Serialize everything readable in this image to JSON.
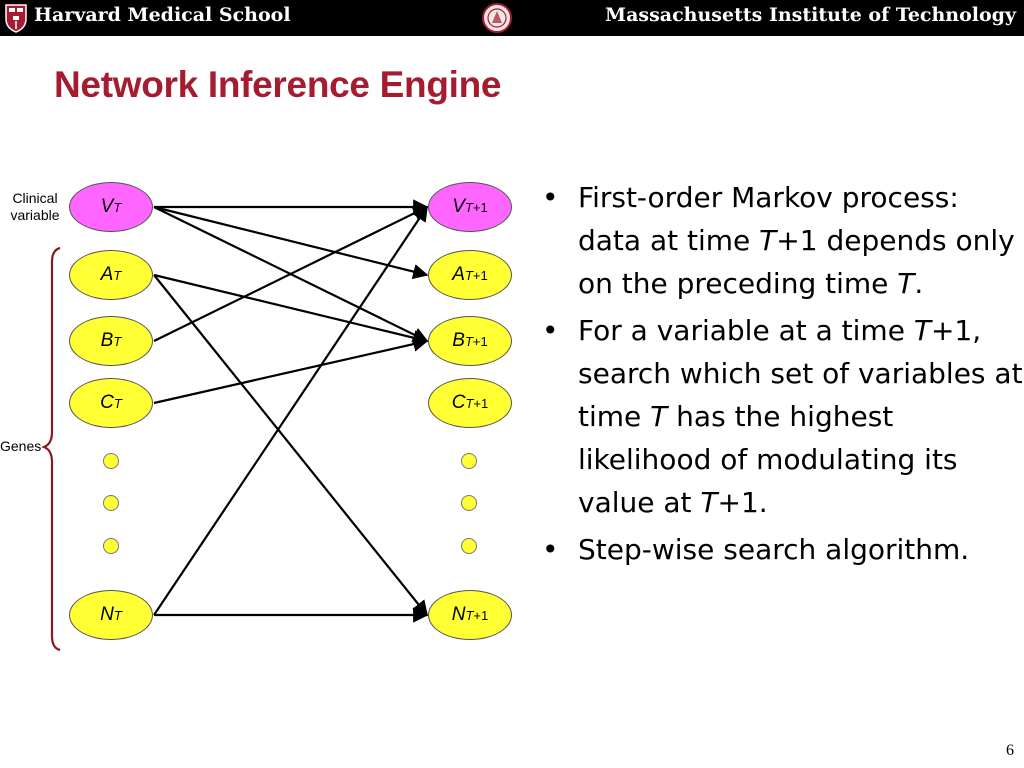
{
  "header": {
    "left_text": "Harvard Medical School",
    "right_text": "Massachusetts Institute of Technology",
    "left_icon": "harvard-shield-icon",
    "right_icon": "mit-seal-icon"
  },
  "title": "Network Inference Engine",
  "diagram": {
    "labels": {
      "clinical": "Clinical variable",
      "genes": "Genes"
    },
    "time_t_nodes": [
      {
        "id": "V",
        "letter": "V",
        "sub": "T",
        "kind": "clinical"
      },
      {
        "id": "A",
        "letter": "A",
        "sub": "T",
        "kind": "gene"
      },
      {
        "id": "B",
        "letter": "B",
        "sub": "T",
        "kind": "gene"
      },
      {
        "id": "C",
        "letter": "C",
        "sub": "T",
        "kind": "gene"
      },
      {
        "id": "N",
        "letter": "N",
        "sub": "T",
        "kind": "gene"
      }
    ],
    "time_t1_nodes": [
      {
        "id": "V",
        "letter": "V",
        "sub_var": "T",
        "sub_rest": "+1",
        "kind": "clinical"
      },
      {
        "id": "A",
        "letter": "A",
        "sub_var": "T",
        "sub_rest": "+1",
        "kind": "gene"
      },
      {
        "id": "B",
        "letter": "B",
        "sub_var": "T",
        "sub_rest": "+1",
        "kind": "gene"
      },
      {
        "id": "C",
        "letter": "C",
        "sub_var": "T",
        "sub_rest": "+1",
        "kind": "gene"
      },
      {
        "id": "N",
        "letter": "N",
        "sub_var": "T",
        "sub_rest": "+1",
        "kind": "gene"
      }
    ],
    "edges": [
      {
        "from": "V",
        "to": "V"
      },
      {
        "from": "V",
        "to": "A"
      },
      {
        "from": "V",
        "to": "B"
      },
      {
        "from": "A",
        "to": "B"
      },
      {
        "from": "A",
        "to": "N"
      },
      {
        "from": "B",
        "to": "V"
      },
      {
        "from": "C",
        "to": "B"
      },
      {
        "from": "N",
        "to": "V"
      },
      {
        "from": "N",
        "to": "N"
      }
    ],
    "colors": {
      "clinical_node": "#FF66FF",
      "gene_node": "#FFFF33",
      "brace": "#8B1A1A"
    }
  },
  "bullets": {
    "b1": {
      "p1": "First-order Markov process: data at time ",
      "i1": "T",
      "p2": "+1 depends only on the preceding time ",
      "i2": "T",
      "p3": "."
    },
    "b2": {
      "p1": "For a variable at a time ",
      "i1": "T",
      "p2": "+1, search which set of variables at time ",
      "i2": "T",
      "p3": " has the highest likelihood of modulating its value at ",
      "i3": "T",
      "p4": "+1."
    },
    "b3": {
      "p1": "Step-wise search algorithm."
    }
  },
  "page_number": "6",
  "colors": {
    "title": "#A51C30",
    "banner_bg": "#000000",
    "banner_text": "#FFFFFF"
  }
}
